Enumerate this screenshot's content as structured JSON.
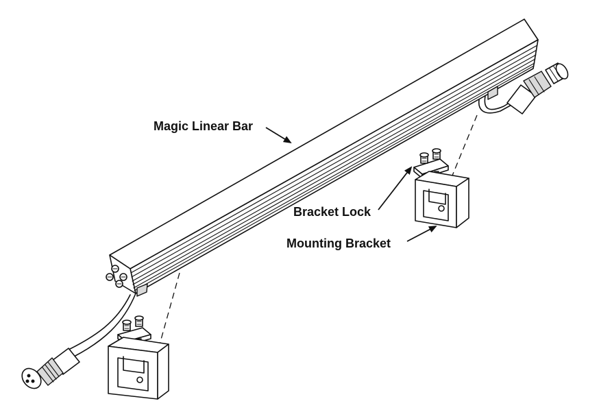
{
  "labels": {
    "bar": "Magic Linear Bar",
    "lock": "Bracket Lock",
    "bracket": "Mounting Bracket"
  },
  "icons": {
    "bar": "linear-bar-icon",
    "bracket_left": "mounting-bracket-icon",
    "bracket_right": "mounting-bracket-icon",
    "connector_left": "cable-connector-icon",
    "connector_right": "cable-connector-icon"
  }
}
